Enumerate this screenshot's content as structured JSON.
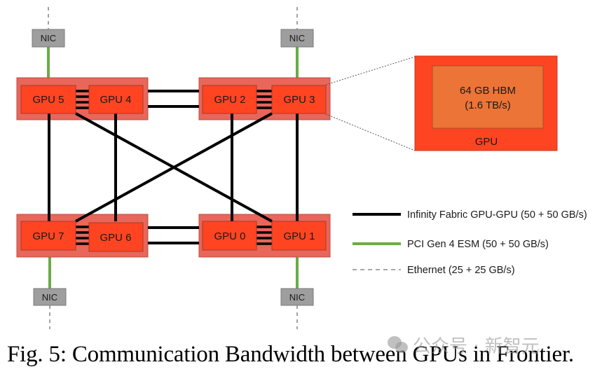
{
  "gpu_groups": [
    {
      "id": "top-left",
      "gpus": [
        {
          "label": "GPU 5"
        },
        {
          "label": "GPU 4"
        }
      ]
    },
    {
      "id": "top-right",
      "gpus": [
        {
          "label": "GPU 2"
        },
        {
          "label": "GPU 3"
        }
      ]
    },
    {
      "id": "bottom-left",
      "gpus": [
        {
          "label": "GPU 7"
        },
        {
          "label": "GPU 6"
        }
      ]
    },
    {
      "id": "bottom-right",
      "gpus": [
        {
          "label": "GPU 0"
        },
        {
          "label": "GPU 1"
        }
      ]
    }
  ],
  "nics": [
    {
      "label": "NIC",
      "attached_to": "GPU 5"
    },
    {
      "label": "NIC",
      "attached_to": "GPU 3"
    },
    {
      "label": "NIC",
      "attached_to": "GPU 7"
    },
    {
      "label": "NIC",
      "attached_to": "GPU 1"
    }
  ],
  "gpu_detail": {
    "memory_line1": "64 GB HBM",
    "memory_line2": "(1.6 TB/s)",
    "label": "GPU"
  },
  "legend": [
    {
      "label": "Infinity Fabric GPU-GPU (50 + 50 GB/s)",
      "style": "solid-black"
    },
    {
      "label": "PCI Gen 4 ESM (50 + 50 GB/s)",
      "style": "solid-green"
    },
    {
      "label": "Ethernet (25 + 25 GB/s)",
      "style": "dashed-gray"
    }
  ],
  "links": {
    "intra_package": [
      [
        "GPU 5",
        "GPU 4"
      ],
      [
        "GPU 2",
        "GPU 3"
      ],
      [
        "GPU 7",
        "GPU 6"
      ],
      [
        "GPU 0",
        "GPU 1"
      ]
    ],
    "inter_package_double": [
      [
        "GPU 4",
        "GPU 2"
      ],
      [
        "GPU 6",
        "GPU 0"
      ]
    ],
    "vertical": [
      [
        "GPU 5",
        "GPU 7"
      ],
      [
        "GPU 4",
        "GPU 6"
      ],
      [
        "GPU 2",
        "GPU 0"
      ],
      [
        "GPU 3",
        "GPU 1"
      ]
    ],
    "diagonal": [
      [
        "GPU 5",
        "GPU 1"
      ],
      [
        "GPU 3",
        "GPU 7"
      ]
    ]
  },
  "colors": {
    "package": "#e8665a",
    "gpu": "#ff4422",
    "hbm": "#ec7436",
    "nic": "#9e9e9e",
    "infinity_fabric": "#000000",
    "pcie": "#6aac46",
    "ethernet": "#8c8c8c"
  },
  "caption": "Fig. 5: Communication Bandwidth between GPUs in Frontier.",
  "watermark": "公众号 · 新智元"
}
